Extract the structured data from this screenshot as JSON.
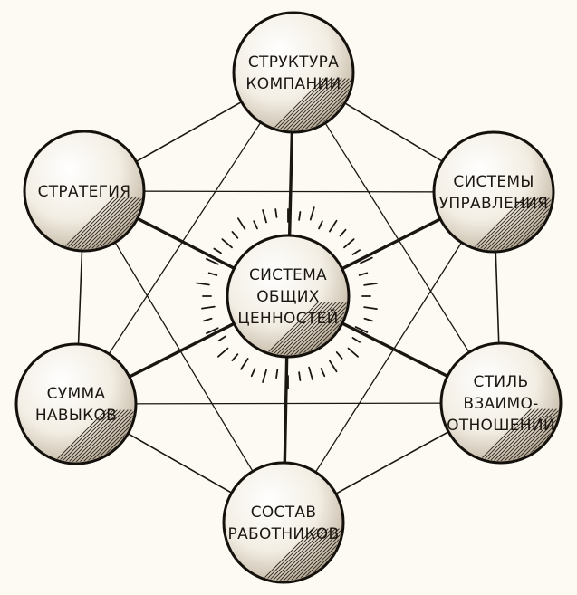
{
  "diagram": {
    "nodes": [
      {
        "id": "structure",
        "lines": [
          "СТРУКТУРА",
          "КОМПАНИИ"
        ]
      },
      {
        "id": "systems",
        "lines": [
          "СИСТЕМЫ",
          "УПРАВЛЕНИЯ"
        ]
      },
      {
        "id": "style",
        "lines": [
          "СТИЛЬ",
          "ВЗАИМО-",
          "ОТНОШЕНИЙ"
        ]
      },
      {
        "id": "staff",
        "lines": [
          "СОСТАВ",
          "РАБОТНИКОВ"
        ]
      },
      {
        "id": "skills",
        "lines": [
          "СУММА",
          "НАВЫКОВ"
        ]
      },
      {
        "id": "strategy",
        "lines": [
          "СТРАТЕГИЯ"
        ]
      },
      {
        "id": "values",
        "lines": [
          "СИСТЕМА",
          "ОБЩИХ",
          "ЦЕННОСТЕЙ"
        ]
      }
    ],
    "center_node": "values",
    "connections": "every node is linked to every other node; the center node is linked to all outer nodes with bold lines",
    "colors": {
      "ink": "#1b1611",
      "paper": "#fdfaf4",
      "ball_light": "#fbf8f1",
      "ball_dark": "#b9ad9a"
    }
  }
}
